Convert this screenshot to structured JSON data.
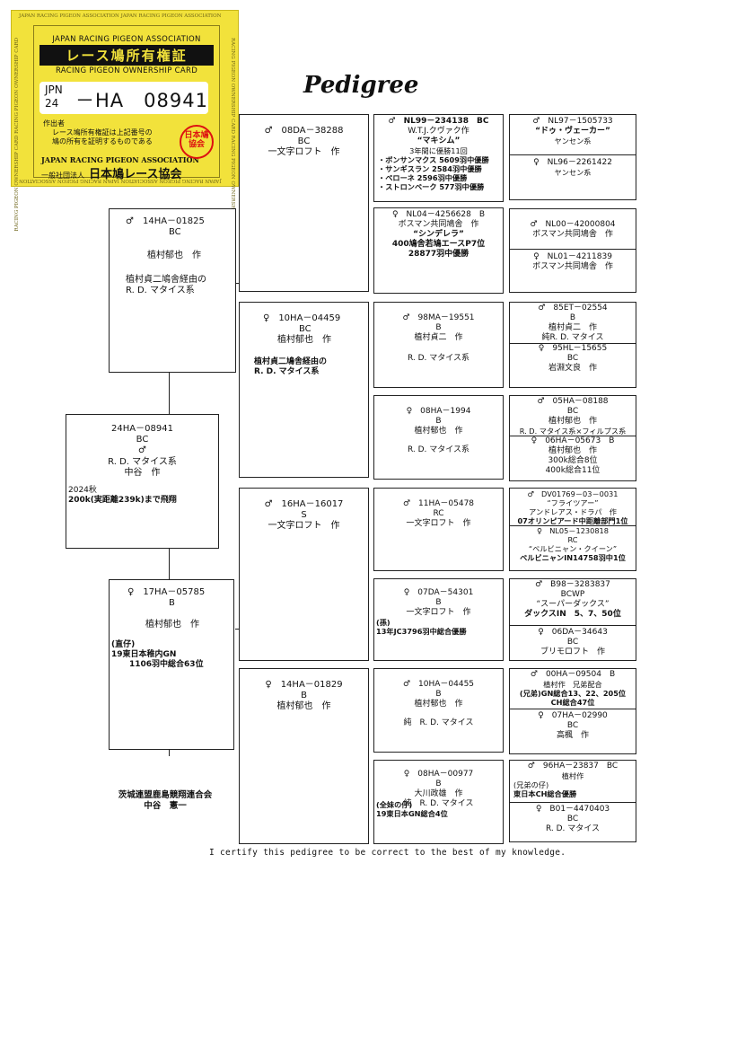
{
  "card": {
    "edge_text": "JAPAN RACING PIGEON ASSOCIATION JAPAN RACING PIGEON ASSOCIATION",
    "edge_side_text": "RACING PIGEON OWNERSHIP CARD RACING PIGEON OWNERSHIP CARD",
    "assoc_en": "JAPAN RACING PIGEON ASSOCIATION",
    "title_jp": "レース鳩所有権証",
    "card_en": "RACING PIGEON OWNERSHIP CARD",
    "ring_prefix_top": "JPN",
    "ring_prefix_bottom": "24",
    "ring_number": "－HA　08941",
    "issuer_label": "作出者",
    "note_line1": "レース鳩所有権証は上記番号の",
    "note_line2": "鳩の所有を証明するものである",
    "issuer_en": "JAPAN RACING PIGEON ASSOCIATION",
    "issuer_jp_prefix": "一般社団法人",
    "issuer_jp": "日本鳩レース協会",
    "stamp": "日本鳩協会"
  },
  "page_title": "Pedigree",
  "subject": {
    "ring": "24HA－08941",
    "color": "BC",
    "sex": "♂",
    "line": "R. D. マタイス系",
    "owner": "中谷　作",
    "note1": "2024秋",
    "note2": "200k(実距離239k)まで飛翔"
  },
  "sire": {
    "ring": "♂　14HA－01825",
    "color": "BC",
    "breeder": "植村郁也　作",
    "note1": "植村貞二鳩舎経由の",
    "note2": "R. D. マタイス系"
  },
  "dam": {
    "ring": "♀　17HA－05785",
    "color": "B",
    "breeder": "植村郁也　作",
    "note1": "(直仔)",
    "note2": "19東日本稚内GN",
    "note3": "1106羽中総合63位"
  },
  "gen2": {
    "ss": {
      "ring": "♂　08DA－38288",
      "color": "BC",
      "breeder": "一文字ロフト　作"
    },
    "sd": {
      "ring": "♀　10HA－04459",
      "color": "BC",
      "breeder": "植村郁也　作",
      "note1": "植村貞二鳩舎経由の",
      "note2": "R. D. マタイス系"
    },
    "ds": {
      "ring": "♂　16HA－16017",
      "color": "S",
      "breeder": "一文字ロフト　作"
    },
    "dd": {
      "ring": "♀　14HA－01829",
      "color": "B",
      "breeder": "植村郁也　作"
    }
  },
  "gen3": {
    "b1": {
      "ring": "♂　NL99－234138　BC",
      "breeder": "W.T.J.クヴァク作",
      "name": "“マキシム”",
      "r1": "3年間に優勝11回",
      "r2": "・ボンサンマクス 5609羽中優勝",
      "r3": "・サンギスラン 2584羽中優勝",
      "r4": "・ペローネ 2596羽中優勝",
      "r5": "・ストロンベーク 577羽中優勝"
    },
    "b2": {
      "ring": "♀　NL04－4256628　B",
      "breeder": "ボスマン共同鳩舎　作",
      "name": "“シンデレラ”",
      "r1": "400鳩舎若鳩エースP7位",
      "r2": "28877羽中優勝"
    },
    "b3": {
      "ring": "♂　98MA－19551",
      "color": "B",
      "breeder": "植村貞二　作",
      "line": "R. D. マタイス系"
    },
    "b4": {
      "ring": "♀　08HA－1994",
      "color": "B",
      "breeder": "植村郁也　作",
      "line": "R. D. マタイス系"
    },
    "b5": {
      "ring": "♂　11HA－05478",
      "color": "RC",
      "breeder": "一文字ロフト　作"
    },
    "b6": {
      "ring": "♀　07DA－54301",
      "color": "B",
      "breeder": "一文字ロフト　作",
      "note1": "(孫)",
      "note2": "13年JC3796羽中総合優勝"
    },
    "b7": {
      "ring": "♂　10HA－04455",
      "color": "B",
      "breeder": "植村郁也　作",
      "line": "純　R. D. マタイス"
    },
    "b8": {
      "ring": "♀　08HA－00977",
      "color": "B",
      "breeder": "大川政雄　作",
      "line": "純　R. D. マタイス",
      "note1": "(全妹の仔)",
      "note2": "19東日本GN総合4位"
    }
  },
  "gen4": {
    "a1": {
      "ring": "♂　NL97－1505733",
      "name": "“ドゥ・ヴェーカー”",
      "line": "ヤンセン系"
    },
    "a2": {
      "ring": "♀　NL96－2261422",
      "line": "ヤンセン系"
    },
    "a3": {
      "ring": "♂　NL00－42000804",
      "breeder": "ボスマン共同鳩舎　作"
    },
    "a4": {
      "ring": "♀　NL01－4211839",
      "breeder": "ボスマン共同鳩舎　作"
    },
    "a5": {
      "ring": "♂　85ET－02554",
      "color": "B",
      "breeder": "植村貞二　作",
      "line": "純R. D. マタイス"
    },
    "a6": {
      "ring": "♀　95HL－15655",
      "color": "BC",
      "breeder": "岩淵文良　作"
    },
    "a7": {
      "ring": "♂　05HA－08188",
      "color": "BC",
      "breeder": "植村郁也　作",
      "line": "R. D. マタイス系×フィルプス系"
    },
    "a8": {
      "ring": "♀　06HA－05673　B",
      "breeder": "植村郁也　作",
      "r1": "300k総合8位",
      "r2": "400k総合11位"
    },
    "a9": {
      "ring": "♂　DV01769－03－0031",
      "name": "“フライツアー”",
      "breeder": "アンドレアス・ドラパ　作",
      "race": "07オリンピアード中距離部門1位"
    },
    "a10": {
      "ring": "♀　NL05－1230818",
      "color": "RC",
      "name": "“ベルビニャン・クイーン”",
      "race": "ベルビニャンIN14758羽中1位"
    },
    "a11": {
      "ring": "♂　B98－3283837",
      "color": "BCWP",
      "name": "“スーパーダックス”",
      "race": "ダックスIN　5、7、50位"
    },
    "a12": {
      "ring": "♀　06DA－34643",
      "color": "BC",
      "breeder": "ブリモロフト　作"
    },
    "a13": {
      "ring": "♂　00HA－09504　B",
      "breeder": "植村作　兄弟配合",
      "r1": "(兄弟)GN総合13、22、205位",
      "r2": "CH総合47位"
    },
    "a14": {
      "ring": "♀　07HA－02990",
      "color": "BC",
      "breeder": "高楓　作"
    },
    "a15": {
      "ring": "♂　96HA－23837　BC",
      "breeder": "植村作",
      "r1": "(兄弟の仔)",
      "r2": "東日本CH総合優勝"
    },
    "a16": {
      "ring": "♀　B01－4470403",
      "color": "BC",
      "line": "R. D. マタイス"
    }
  },
  "club": {
    "line1": "茨城連盟鹿島競翔連合会",
    "line2": "中谷　憲一"
  },
  "certify": "I certify this pedigree to be correct to the best of my knowledge."
}
